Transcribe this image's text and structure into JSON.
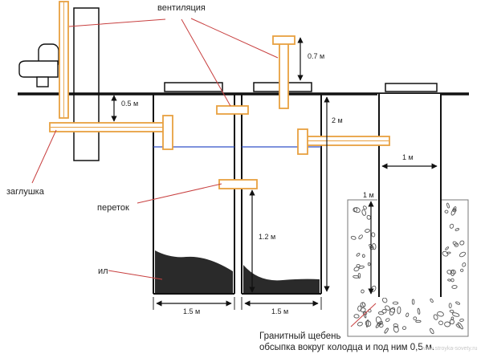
{
  "labels": {
    "ventilation": "вентиляция",
    "plug": "заглушка",
    "overflow": "переток",
    "sludge": "ил",
    "gravel_line1": "Гранитный щебень",
    "gravel_line2": "обсыпка вокруг колодца и под ним 0,5 м."
  },
  "dimensions": {
    "vent_height": "0.7 м",
    "inlet_depth": "0.5 м",
    "tank_depth": "2 м",
    "well_width": "1 м",
    "gravel_depth": "1 м",
    "overflow_height": "1.2 м",
    "tank1_width": "1.5 м",
    "tank2_width": "1.5 м"
  },
  "colors": {
    "pipe": "#e8a040",
    "water_level": "#3050c8",
    "leader": "#c84040",
    "sludge": "#2a2a2a",
    "structure": "#111111"
  },
  "watermark": "www.stroyka-sovety.ru"
}
